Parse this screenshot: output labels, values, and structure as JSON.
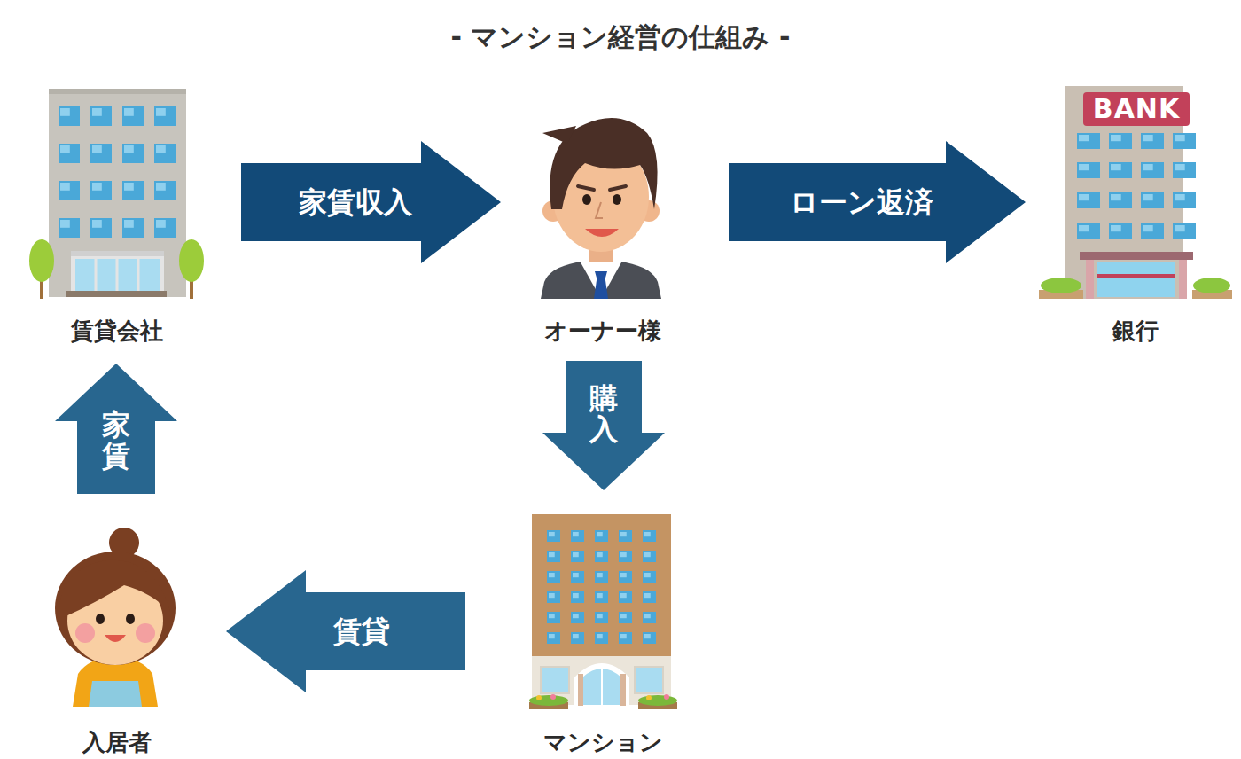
{
  "diagram": {
    "title": "- マンション経営の仕組み -",
    "nodes": [
      {
        "text": [
          "賃貸会社"
        ]
      },
      {
        "text": [
          "オーナー様"
        ]
      },
      {
        "text": [
          "BANK",
          "銀行"
        ]
      },
      {
        "text": [
          "入居者"
        ]
      },
      {
        "text": [
          "マンション"
        ]
      }
    ],
    "edges": [
      {
        "from": 0,
        "to": 1,
        "label": "家賃収入",
        "arrow": "to"
      },
      {
        "from": 1,
        "to": 2,
        "label": "ローン返済",
        "arrow": "to"
      },
      {
        "from": 1,
        "to": 4,
        "label": "購入",
        "arrow": "to"
      },
      {
        "from": 4,
        "to": 3,
        "label": "賃貸",
        "arrow": "to"
      },
      {
        "from": 3,
        "to": 0,
        "label": "家賃",
        "arrow": "to"
      }
    ]
  }
}
